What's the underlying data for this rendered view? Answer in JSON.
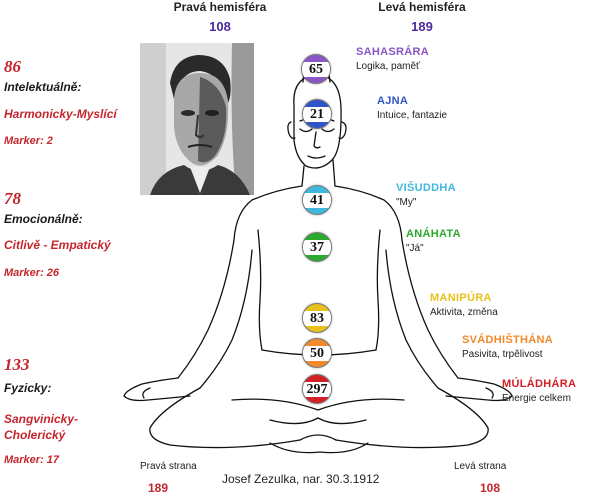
{
  "header": {
    "right_hemisphere": {
      "label": "Pravá hemisféra",
      "value": "108"
    },
    "left_hemisphere": {
      "label": "Levá hemisféra",
      "value": "189"
    }
  },
  "stats": [
    {
      "number": "86",
      "category": "Intelektuálně:",
      "type": "Harmonicky-Myslící",
      "marker": "Marker: 2"
    },
    {
      "number": "78",
      "category": "Emocionálně:",
      "type": "Citlivě - Empatický",
      "marker": "Marker: 26"
    },
    {
      "number": "133",
      "category": "Fyzicky:",
      "type_line1": "Sangvinicky-",
      "type_line2": "Cholerický",
      "marker": "Marker: 17"
    }
  ],
  "chakras": [
    {
      "value": "65",
      "name": "SAHASRÁRA",
      "desc": "Logika, paměť",
      "color": "#8a55c6"
    },
    {
      "value": "21",
      "name": "AJNA",
      "desc": "Intuice, fantazie",
      "color": "#2f55c9"
    },
    {
      "value": "41",
      "name": "VIŠUDDHA",
      "desc": "\"My\"",
      "color": "#3fb8de"
    },
    {
      "value": "37",
      "name": "ANÁHATA",
      "desc": "\"Já\"",
      "color": "#2ba92f"
    },
    {
      "value": "83",
      "name": "MANIPÚRA",
      "desc": "Aktivita, změna",
      "color": "#e8c21a"
    },
    {
      "value": "50",
      "name": "SVÁDHIŠTHÁNA",
      "desc": "Pasivita, trpělivost",
      "color": "#f08a2c"
    },
    {
      "value": "297",
      "name": "MÚLÁDHÁRA",
      "desc": "Energie celkem",
      "color": "#d32027"
    }
  ],
  "footer": {
    "right_side_label": "Pravá strana",
    "right_side_value": "189",
    "left_side_label": "Levá strana",
    "left_side_value": "108",
    "caption": "Josef Zezulka, nar. 30.3.1912"
  }
}
